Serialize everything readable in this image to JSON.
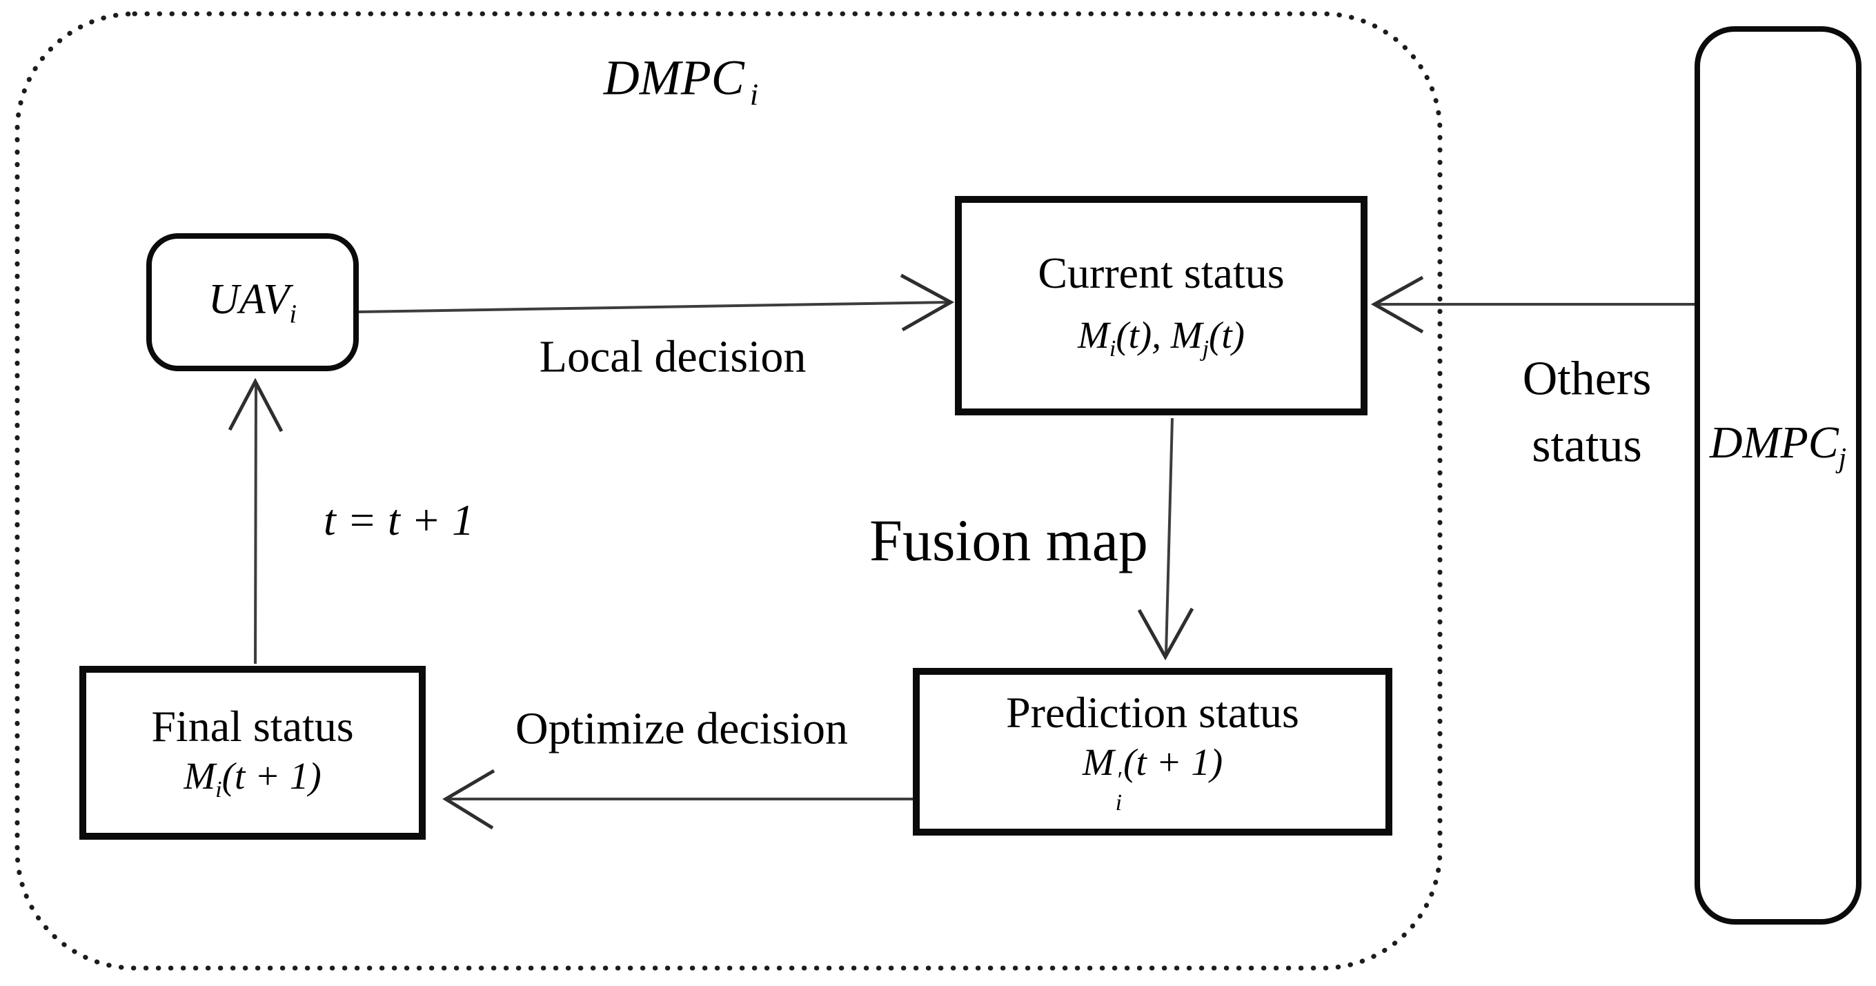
{
  "diagram": {
    "background": "#ffffff",
    "line_color": "#3d3d3d",
    "border_color": "#0b0b0b",
    "group": {
      "title_base": "DMPC",
      "title_sub": "i"
    },
    "nodes": {
      "uav": {
        "base": "UAV",
        "sub": "i"
      },
      "current_status": {
        "title": "Current status",
        "formula": {
          "m1": "M",
          "sub1": "i",
          "mid": "(t), M",
          "sub2": "j",
          "end": "(t)"
        }
      },
      "prediction_status": {
        "title": "Prediction status",
        "formula": {
          "base": "M",
          "prime": "′",
          "sub": "i",
          "end": "(t + 1)"
        }
      },
      "final_status": {
        "title": "Final status",
        "formula": {
          "base": "M",
          "sub": "i",
          "end": "(t + 1)"
        }
      },
      "dmpc_j": {
        "base": "DMPC",
        "sub": "j"
      }
    },
    "edges": {
      "local_decision": "Local decision",
      "fusion_map": "Fusion map",
      "optimize_decision": "Optimize decision",
      "time_update": "t = t + 1",
      "others_status_line1": "Others",
      "others_status_line2": "status"
    }
  }
}
